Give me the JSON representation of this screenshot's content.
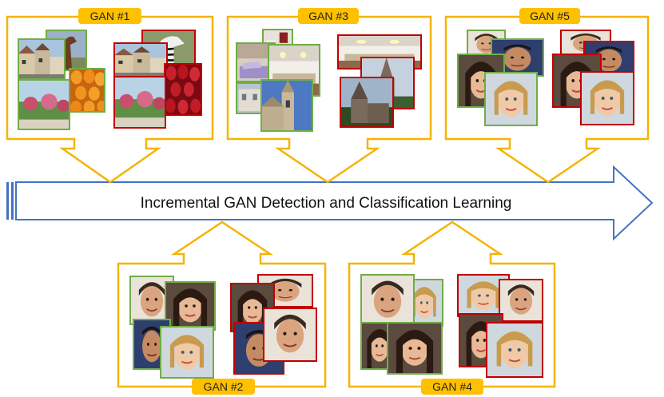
{
  "main_arrow": {
    "label": "Incremental GAN Detection and Classification Learning",
    "stroke_color": "#4472c4"
  },
  "callout_color": "#f4b400",
  "label_fill": "#ffc000",
  "real_border": "#70ad47",
  "fake_border": "#c00000",
  "gans": [
    {
      "label": "GAN #1",
      "content": "landscapes"
    },
    {
      "label": "GAN #3",
      "content": "indoor-scenes-and-churches"
    },
    {
      "label": "GAN #5",
      "content": "celebrity-faces"
    },
    {
      "label": "GAN #2",
      "content": "celebrity-faces"
    },
    {
      "label": "GAN #4",
      "content": "celebrity-faces"
    }
  ]
}
